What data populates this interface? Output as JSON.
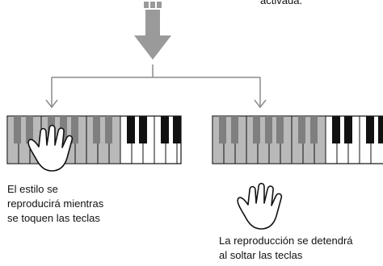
{
  "top_fragment": "activada.",
  "caption_left": [
    "El estilo se",
    "reproducirá mientras",
    "se toquen las teclas"
  ],
  "caption_right": [
    "La reproducción se detendrá",
    "al soltar las teclas"
  ],
  "colors": {
    "arrow_fill": "#9a9a9a",
    "pressed_keys": "#b9b9b9",
    "white_keys": "#ffffff",
    "black_keys": "#111111",
    "connector_line": "#8a8a8a"
  },
  "icons": [
    "down-arrow-icon",
    "hand-icon",
    "keyboard-icon"
  ]
}
